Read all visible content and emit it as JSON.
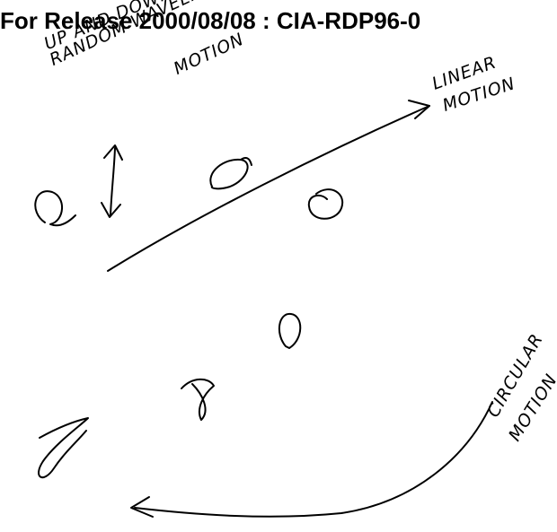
{
  "header": {
    "release_line": "For Release 2000/08/08 : CIA-RDP96-0"
  },
  "annotations": {
    "up_and_down": "UP AND DOWN",
    "random_wavelike": "RANDOM WAVELIKE",
    "motion_1": "MOTION",
    "linear": "LINEAR",
    "motion_2": "MOTION",
    "circular": "CIRCULAR",
    "motion_3": "MOTION"
  },
  "colors": {
    "ink": "#000000",
    "paper": "#ffffff"
  }
}
